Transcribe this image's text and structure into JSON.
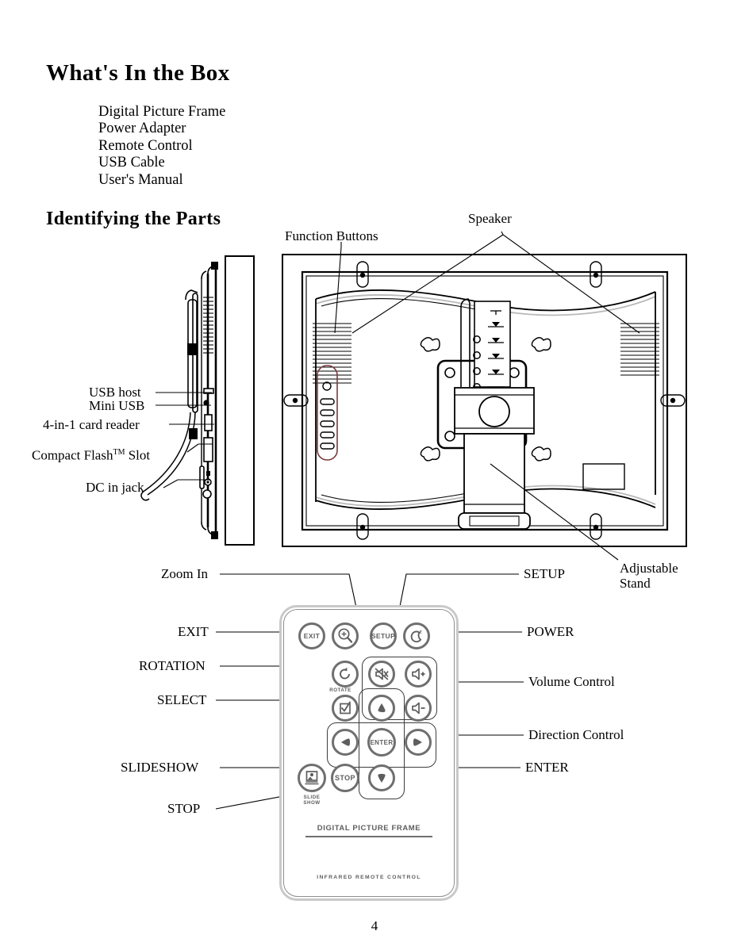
{
  "document": {
    "page_number": "4"
  },
  "sections": {
    "whats_in_box": {
      "heading": "What's In the Box",
      "items": [
        "Digital Picture Frame",
        "Power Adapter",
        "Remote Control",
        "USB Cable",
        "User's Manual"
      ]
    },
    "identifying_parts": {
      "heading": "Identifying the Parts"
    }
  },
  "frame_callouts": {
    "function_buttons": "Function Buttons",
    "speaker": "Speaker",
    "adjustable_stand_line1": "Adjustable",
    "adjustable_stand_line2": "Stand",
    "usb_host": "USB host",
    "mini_usb": "Mini USB",
    "card_reader": "4-in-1 card reader",
    "compact_flash_pre": "Compact Flash",
    "compact_flash_tm": "TM",
    "compact_flash_post": " Slot",
    "dc_in_jack": "DC in jack"
  },
  "remote_callouts": {
    "left": [
      {
        "key": "zoom-in",
        "label": "Zoom In"
      },
      {
        "key": "exit",
        "label": "EXIT"
      },
      {
        "key": "rotation",
        "label": "ROTATION"
      },
      {
        "key": "select",
        "label": "SELECT"
      },
      {
        "key": "slideshow",
        "label": "SLIDESHOW"
      },
      {
        "key": "stop",
        "label": "STOP"
      }
    ],
    "right": [
      {
        "key": "setup",
        "label": "SETUP"
      },
      {
        "key": "power",
        "label": "POWER"
      },
      {
        "key": "volume-control",
        "label": "Volume Control"
      },
      {
        "key": "direction-control",
        "label": "Direction Control"
      },
      {
        "key": "enter",
        "label": "ENTER"
      }
    ]
  },
  "remote": {
    "buttons": {
      "exit": "EXIT",
      "setup": "SETUP",
      "enter": "ENTER",
      "stop": "STOP"
    },
    "sublabels": {
      "rotate": "ROTATE",
      "slideshow_line1": "SLIDE",
      "slideshow_line2": "SHOW"
    },
    "brand": "DIGITAL PICTURE FRAME",
    "footer": "INFRARED REMOTE CONTROL"
  },
  "colors": {
    "ink": "#000000",
    "remote_outline": "#c9c9c9",
    "remote_button": "#6f6f6f",
    "remote_text": "#5e5e5e",
    "accent_pad": "#7a3b3b"
  }
}
